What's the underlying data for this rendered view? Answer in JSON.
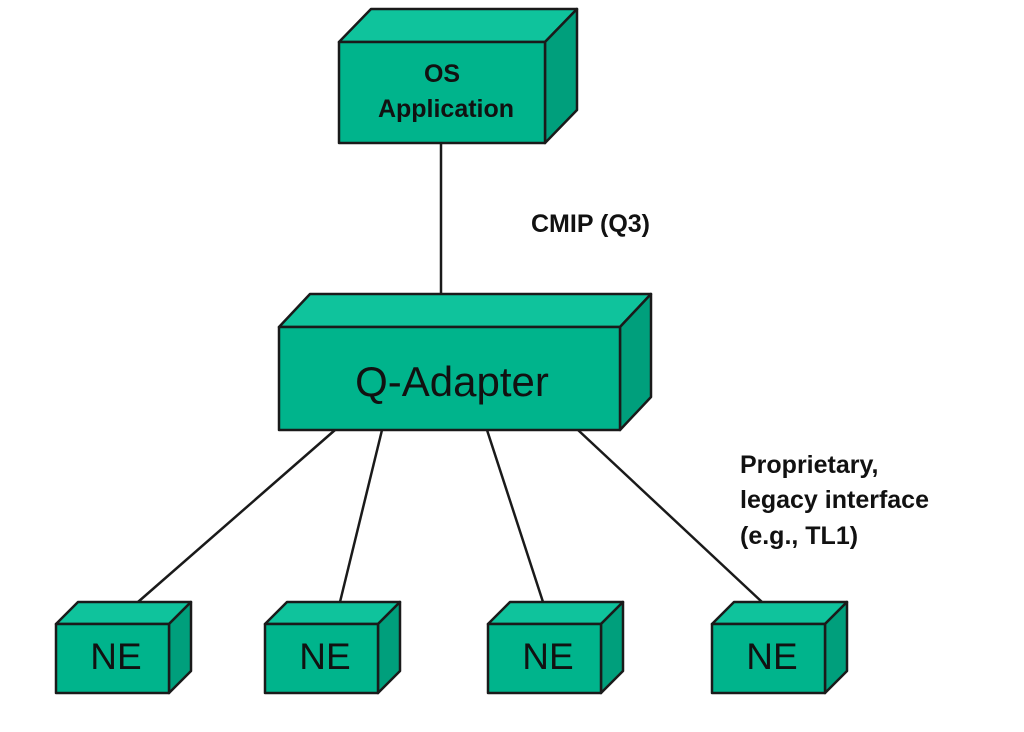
{
  "nodes": {
    "os_application": {
      "lines": [
        "OS",
        "Application"
      ]
    },
    "q_adapter": {
      "label": "Q-Adapter"
    },
    "ne_1": {
      "label": "NE"
    },
    "ne_2": {
      "label": "NE"
    },
    "ne_3": {
      "label": "NE"
    },
    "ne_4": {
      "label": "NE"
    }
  },
  "edges": {
    "upper_label": "CMIP (Q3)",
    "lower_label_lines": [
      "Proprietary,",
      "legacy interface",
      "(e.g., TL1)"
    ]
  },
  "colors": {
    "box_fill": "#00b48c",
    "box_outline": "#1a1a1a"
  }
}
